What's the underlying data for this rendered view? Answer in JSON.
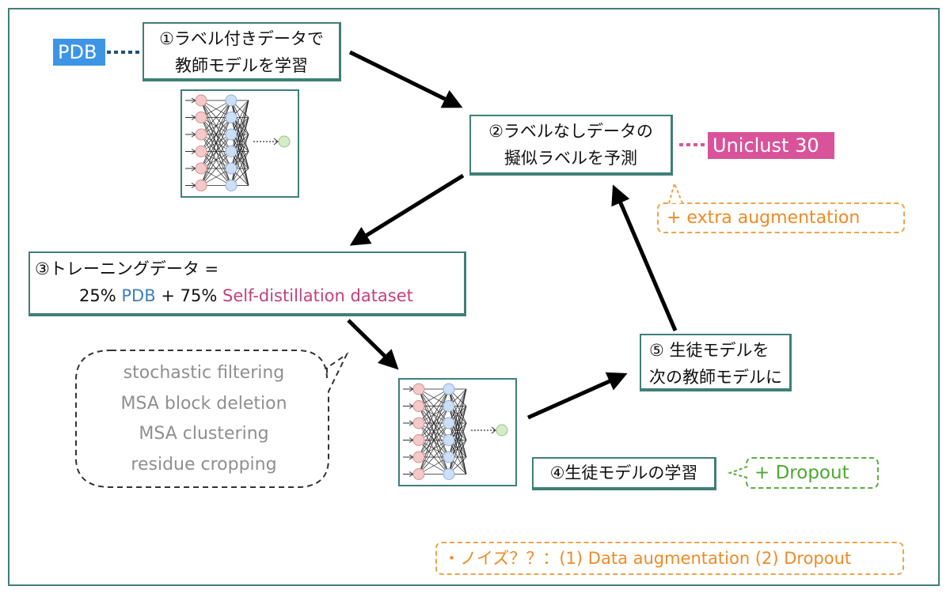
{
  "sources": {
    "pdb_label": "PDB",
    "uniclust_label": "Uniclust 30"
  },
  "steps": {
    "step1": {
      "line1": "①ラベル付きデータで",
      "line2": "教師モデルを学習"
    },
    "step2": {
      "line1": "②ラベルなしデータの",
      "line2": "擬似ラベルを予測"
    },
    "step3": {
      "line1": "③トレーニングデータ =",
      "pct1": "25%",
      "src1": "PDB",
      "plus": "+",
      "pct2": "75%",
      "src2": "Self-distillation dataset"
    },
    "step4": {
      "label": "④生徒モデルの学習"
    },
    "step5": {
      "line1": "⑤ 生徒モデルを",
      "line2": "次の教師モデルに"
    }
  },
  "notes": {
    "extra_augmentation": "+ extra augmentation",
    "dropout": "+ Dropout",
    "augmentations": [
      "stochastic filtering",
      "MSA block deletion",
      "MSA clustering",
      "residue cropping"
    ],
    "noise_summary": "・ノイズ？？：(1) Data augmentation (2) Dropout"
  },
  "colors": {
    "teal_border": "#3f7f78",
    "pdb_blue": "#3d95e6",
    "uniclust_pink": "#d9539a",
    "orange": "#ef8a26",
    "green": "#4ea832",
    "gray": "#8f8f8f"
  }
}
